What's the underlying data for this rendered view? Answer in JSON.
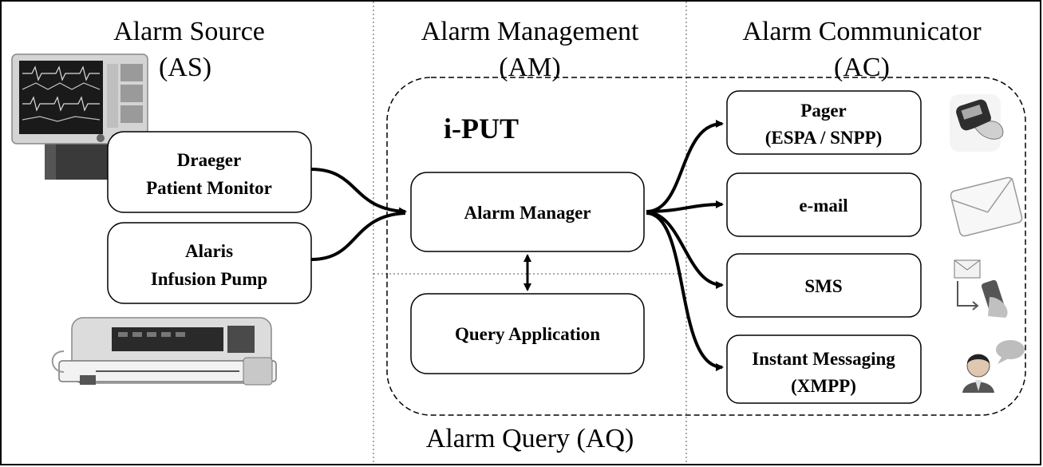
{
  "sections": {
    "source": {
      "title": "Alarm Source",
      "abbr": "(AS)"
    },
    "management": {
      "title": "Alarm Management",
      "abbr": "(AM)"
    },
    "communicator": {
      "title": "Alarm Communicator",
      "abbr": "(AC)"
    },
    "query": {
      "title": "Alarm Query (AQ)"
    }
  },
  "system_name": "i-PUT",
  "sources": [
    {
      "line1": "Draeger",
      "line2": "Patient Monitor"
    },
    {
      "line1": "Alaris",
      "line2": "Infusion Pump"
    }
  ],
  "manager": {
    "label": "Alarm Manager"
  },
  "query_app": {
    "label": "Query Application"
  },
  "channels": [
    {
      "line1": "Pager",
      "line2": "(ESPA / SNPP)",
      "icon": "pager-icon"
    },
    {
      "line1": "e-mail",
      "line2": "",
      "icon": "envelope-icon"
    },
    {
      "line1": "SMS",
      "line2": "",
      "icon": "sms-phone-icon"
    },
    {
      "line1": "Instant Messaging",
      "line2": "(XMPP)",
      "icon": "chat-person-icon"
    }
  ]
}
